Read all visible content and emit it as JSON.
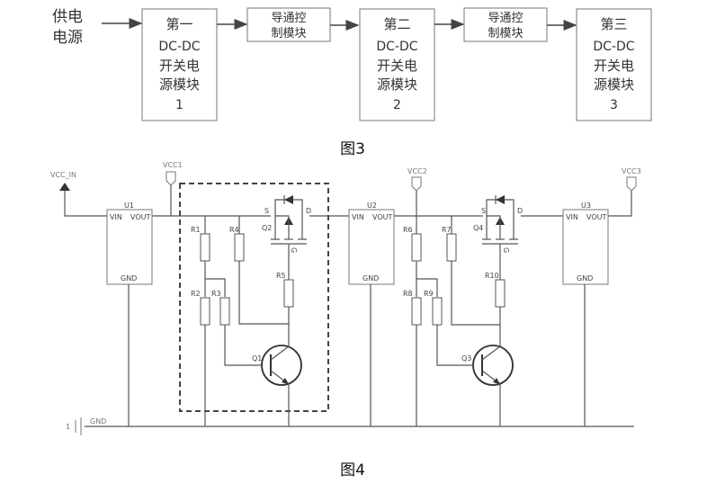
{
  "figure3": {
    "caption": "图3",
    "input_label": [
      "供电",
      "电源"
    ],
    "modules": [
      {
        "lines": [
          "第一",
          "DC-DC",
          "开关电",
          "源模块",
          "1"
        ]
      },
      {
        "lines": [
          "第二",
          "DC-DC",
          "开关电",
          "源模块",
          "2"
        ]
      },
      {
        "lines": [
          "第三",
          "DC-DC",
          "开关电",
          "源模块",
          "3"
        ]
      }
    ],
    "control_modules": [
      {
        "lines": [
          "导通控",
          "制模块"
        ]
      },
      {
        "lines": [
          "导通控",
          "制模块"
        ]
      }
    ]
  },
  "figure4": {
    "caption": "图4",
    "nets": {
      "vcc_in": "VCC_IN",
      "vcc1": "VCC1",
      "vcc2": "VCC2",
      "vcc3": "VCC3",
      "gnd": "GND"
    },
    "regulators": [
      {
        "ref": "U1",
        "vin": "VIN",
        "vout": "VOUT",
        "gnd": "GND"
      },
      {
        "ref": "U2",
        "vin": "VIN",
        "vout": "VOUT",
        "gnd": "GND"
      },
      {
        "ref": "U3",
        "vin": "VIN",
        "vout": "VOUT",
        "gnd": "GND"
      }
    ],
    "stage1": {
      "resistors": [
        "R1",
        "R2",
        "R3",
        "R4",
        "R5"
      ],
      "mosfet": {
        "ref": "Q2",
        "s": "S",
        "d": "D",
        "g": "G"
      },
      "transistor": "Q1"
    },
    "stage2": {
      "resistors": [
        "R6",
        "R8",
        "R9",
        "R7",
        "R10"
      ],
      "mosfet": {
        "ref": "Q4",
        "s": "S",
        "d": "D",
        "g": "G"
      },
      "transistor": "Q3"
    },
    "ground_marker": "1"
  }
}
